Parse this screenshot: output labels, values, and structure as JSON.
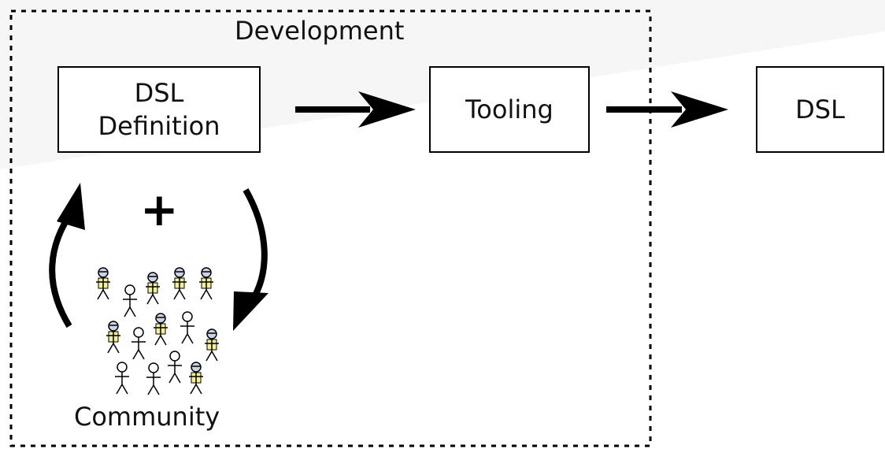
{
  "frame": {
    "label": "Development"
  },
  "boxes": {
    "dsl_definition": {
      "line1": "DSL",
      "line2": "Definition"
    },
    "tooling": {
      "label": "Tooling"
    },
    "dsl": {
      "label": "DSL"
    }
  },
  "plus_sign": "+",
  "community": {
    "label": "Community"
  },
  "icons": {
    "person_plain": "stick-figure-icon",
    "person_highlighted": "stick-figure-badge-icon"
  },
  "colors": {
    "stroke": "#000000",
    "badge_fill": "#f2f098",
    "badge_head": "#c9d4e6"
  }
}
